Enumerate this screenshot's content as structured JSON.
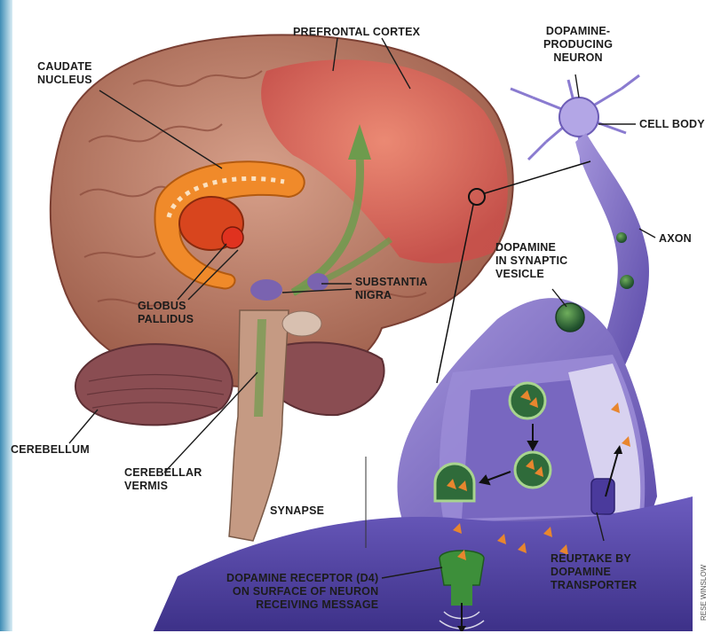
{
  "labels": {
    "prefrontal_cortex": "PREFRONTAL CORTEX",
    "caudate_nucleus": "CAUDATE\nNUCLEUS",
    "dopamine_producing_neuron": "DOPAMINE-\nPRODUCING\nNEURON",
    "cell_body": "CELL BODY",
    "axon": "AXON",
    "dopamine_in_synaptic_vesicle": "DOPAMINE\nIN SYNAPTIC\nVESICLE",
    "substantia_nigra": "SUBSTANTIA\nNIGRA",
    "globus_pallidus": "GLOBUS\nPALLIDUS",
    "cerebellum": "CEREBELLUM",
    "cerebellar_vermis": "CEREBELLAR\nVERMIS",
    "synapse": "SYNAPSE",
    "reuptake": "REUPTAKE BY\nDOPAMINE\nTRANSPORTER",
    "dopamine_receptor": "DOPAMINE RECEPTOR (D4)\nON SURFACE OF NEURON\nRECEIVING MESSAGE"
  },
  "credit": "RESE WINSLOW",
  "colors": {
    "brain": "#b8735f",
    "prefrontal": "#e0685a",
    "caudate": "#f08a2a",
    "neuron": "#7d6cc4",
    "synapse_cut": "#c8c2e8",
    "vesicle": "#2f6b3a",
    "dopamine": "#e8862e",
    "receptor": "#3d8f3a",
    "left_edge": "#5aa7c9"
  }
}
